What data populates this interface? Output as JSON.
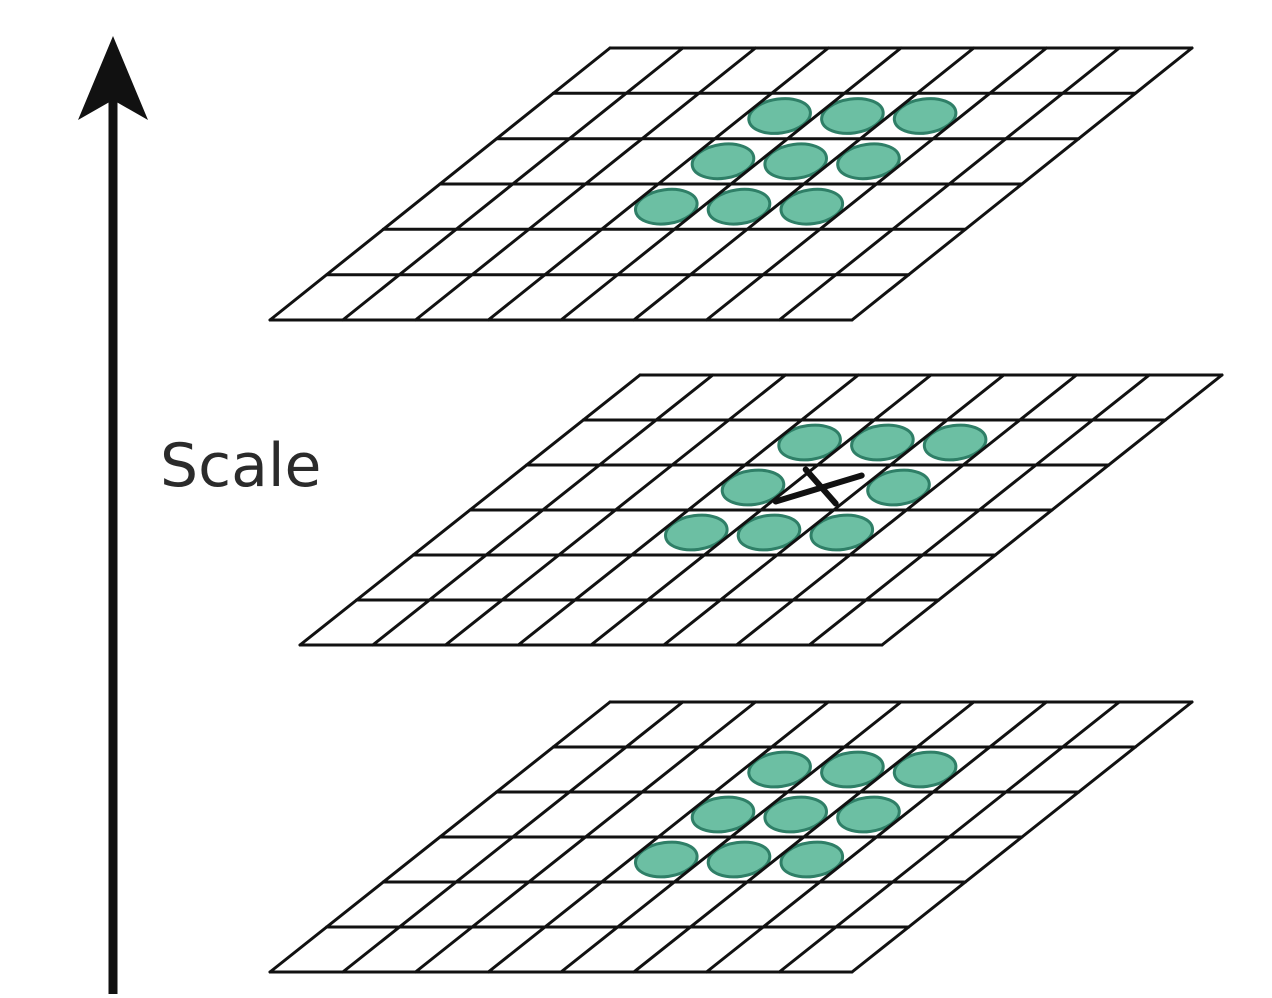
{
  "axis": {
    "label": "Scale"
  },
  "layers": [
    {
      "name": "upper",
      "grid": {
        "cols": 8,
        "rows": 6
      },
      "neighbor_cells": [
        [
          3,
          1
        ],
        [
          4,
          1
        ],
        [
          5,
          1
        ],
        [
          3,
          2
        ],
        [
          4,
          2
        ],
        [
          5,
          2
        ],
        [
          3,
          3
        ],
        [
          4,
          3
        ],
        [
          5,
          3
        ]
      ],
      "marked_cell": null
    },
    {
      "name": "middle",
      "grid": {
        "cols": 8,
        "rows": 6
      },
      "neighbor_cells": [
        [
          3,
          1
        ],
        [
          4,
          1
        ],
        [
          5,
          1
        ],
        [
          3,
          2
        ],
        [
          5,
          2
        ],
        [
          3,
          3
        ],
        [
          4,
          3
        ],
        [
          5,
          3
        ]
      ],
      "marked_cell": [
        4,
        2
      ]
    },
    {
      "name": "lower",
      "grid": {
        "cols": 8,
        "rows": 6
      },
      "neighbor_cells": [
        [
          3,
          1
        ],
        [
          4,
          1
        ],
        [
          5,
          1
        ],
        [
          3,
          2
        ],
        [
          4,
          2
        ],
        [
          5,
          2
        ],
        [
          3,
          3
        ],
        [
          4,
          3
        ],
        [
          5,
          3
        ]
      ],
      "marked_cell": null
    }
  ],
  "colors": {
    "grid": "#111111",
    "blob_fill": "#6cbfa3",
    "blob_stroke": "#2f7f67",
    "arrow": "#111111",
    "label": "#2b2b2b"
  },
  "icons": {
    "axis_arrow": "up-arrow-icon",
    "sample_point": "x-mark-icon"
  }
}
